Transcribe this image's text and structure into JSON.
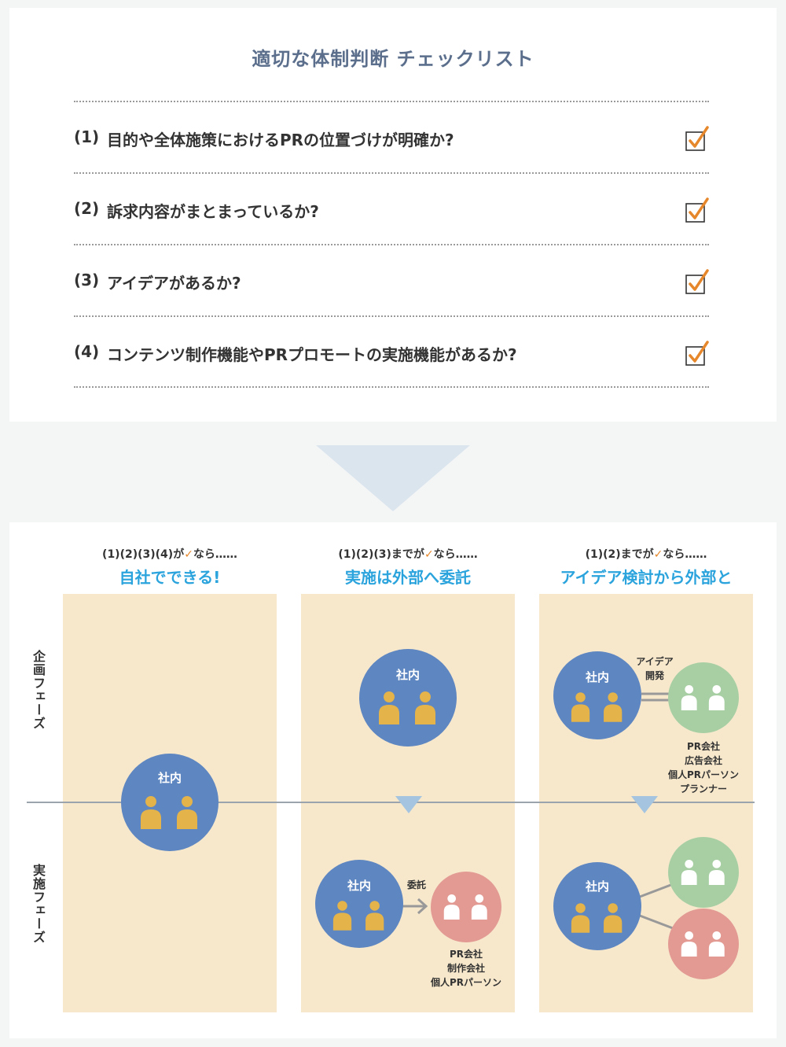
{
  "checklist": {
    "title": "適切な体制判断 チェックリスト",
    "items": [
      {
        "num": "(1)",
        "text": "目的や全体施策におけるPRの位置づけが明確か?"
      },
      {
        "num": "(2)",
        "text": "訴求内容がまとまっているか?"
      },
      {
        "num": "(3)",
        "text": "アイデアがあるか?"
      },
      {
        "num": "(4)",
        "text": "コンテンツ制作機能やPRプロモートの実施機能があるか?"
      }
    ]
  },
  "columns": [
    {
      "condition_pre": "(1)(2)(3)(4)が",
      "condition_post": "なら……",
      "headline": "自社でできる!"
    },
    {
      "condition_pre": "(1)(2)(3)までが",
      "condition_post": "なら……",
      "headline": "実施は外部へ委託"
    },
    {
      "condition_pre": "(1)(2)までが",
      "condition_post": "なら……",
      "headline": "アイデア検討から外部と"
    }
  ],
  "phases": {
    "planning": "企画フェーズ",
    "execution": "実施フェーズ"
  },
  "labels": {
    "internal": "社内",
    "delegate": "委託",
    "idea_dev_1": "アイデア",
    "idea_dev_2": "開発",
    "col2_external": [
      "PR会社",
      "制作会社",
      "個人PRパーソン"
    ],
    "col3_external": [
      "PR会社",
      "広告会社",
      "個人PRパーソン",
      "プランナー"
    ]
  },
  "colors": {
    "title": "#5b6f8c",
    "headline": "#2ba3dc",
    "check": "#e5872a",
    "internal_circle": "#5e86c1",
    "partner_green": "#a8cfa4",
    "partner_pink": "#e29a93",
    "column_bg": "#f7e8cc",
    "arrow": "#dbe5ee"
  },
  "icons": [
    "person-icon",
    "checkbox-checked-icon",
    "arrow-down-icon",
    "arrow-right-icon"
  ]
}
